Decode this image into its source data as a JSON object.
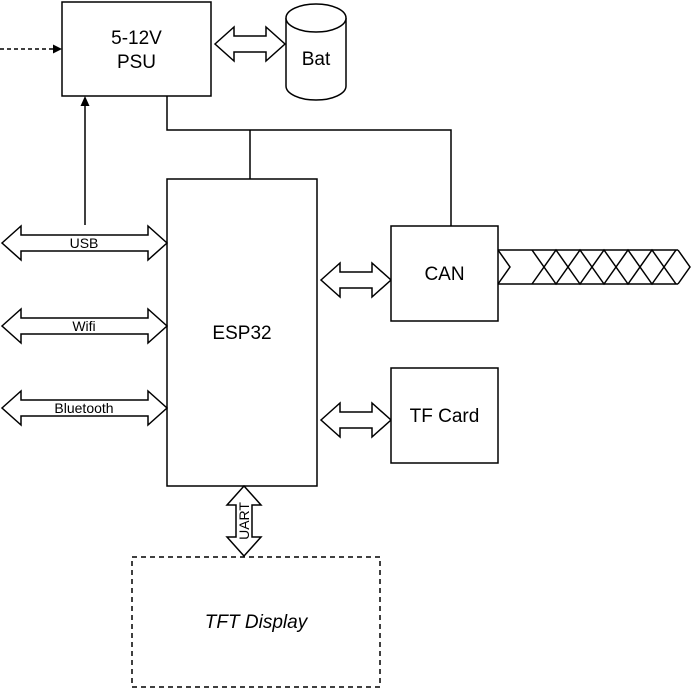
{
  "psu": {
    "line1": "5-12V",
    "line2": "PSU"
  },
  "battery": {
    "label": "Bat"
  },
  "esp32": {
    "label": "ESP32"
  },
  "can": {
    "label": "CAN"
  },
  "tf_card": {
    "label": "TF Card"
  },
  "tft_display": {
    "label": "TFT Display"
  },
  "links": {
    "usb": "USB",
    "wifi": "Wifi",
    "bluetooth": "Bluetooth",
    "uart": "UART"
  }
}
